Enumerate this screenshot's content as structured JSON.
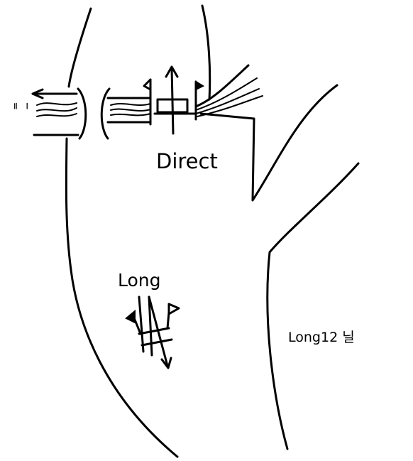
{
  "labels": {
    "direct": "Direct",
    "long": "Long",
    "long_road": "Long12 닐",
    "side_mark": "ᅵᅵᅵ"
  },
  "colors": {
    "ink": "#000000",
    "paper": "#ffffff"
  },
  "icons": [
    "up-arrow-icon",
    "down-arrow-icon",
    "flag-icon"
  ]
}
